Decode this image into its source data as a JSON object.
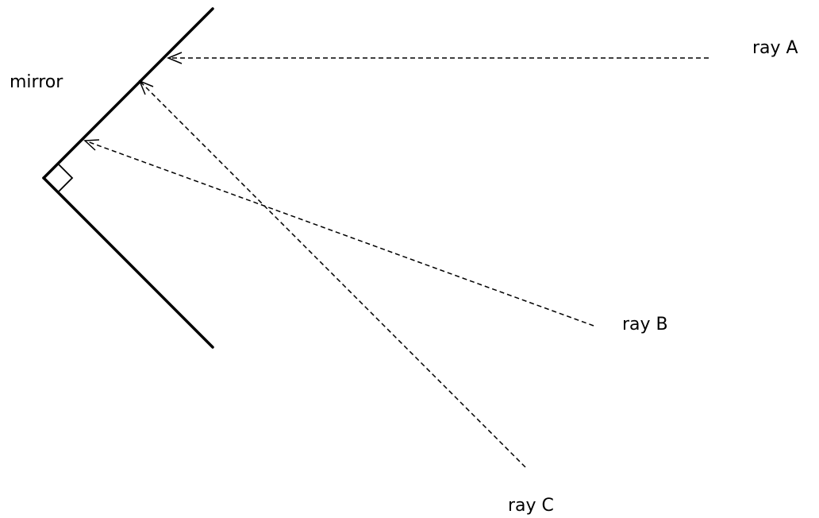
{
  "labels": {
    "mirror": "mirror",
    "ray_a": "ray A",
    "ray_b": "ray B",
    "ray_c": "ray C"
  },
  "colors": {
    "ink": "#000000",
    "background": "#ffffff"
  }
}
